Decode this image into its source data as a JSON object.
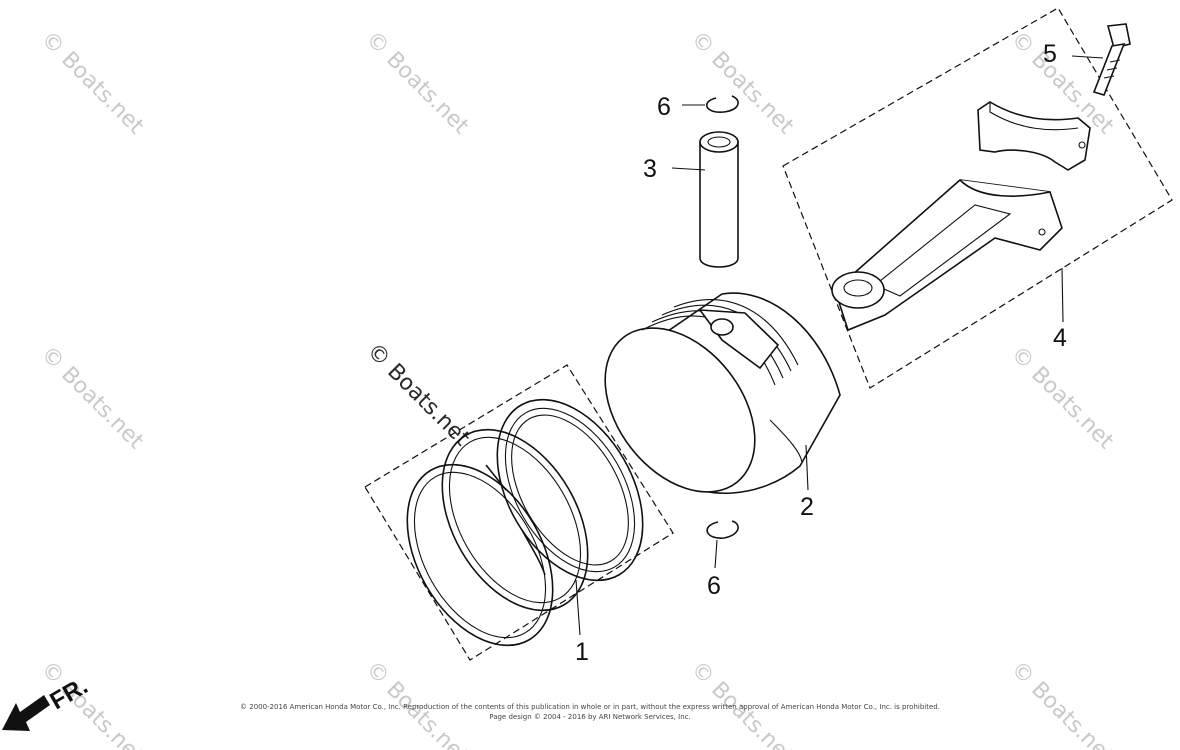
{
  "diagram": {
    "callouts": {
      "piston_ring_set": "1",
      "piston": "2",
      "piston_pin": "3",
      "connecting_rod": "4",
      "rod_bolt": "5",
      "pin_clip_top": "6",
      "pin_clip_bottom": "6"
    },
    "direction_label": "FR.",
    "watermark_text": "© Boats.net",
    "copyright_line1": "© 2000-2016 American Honda Motor Co., Inc. Reproduction of the contents of this publication in whole or in part, without the express written approval of American Honda Motor Co., Inc. is prohibited.",
    "copyright_line2": "Page design © 2004 - 2016 by ARI Network Services, Inc.",
    "colors": {
      "line": "#111111",
      "watermark": "#c9c9c9",
      "background": "#ffffff"
    }
  }
}
